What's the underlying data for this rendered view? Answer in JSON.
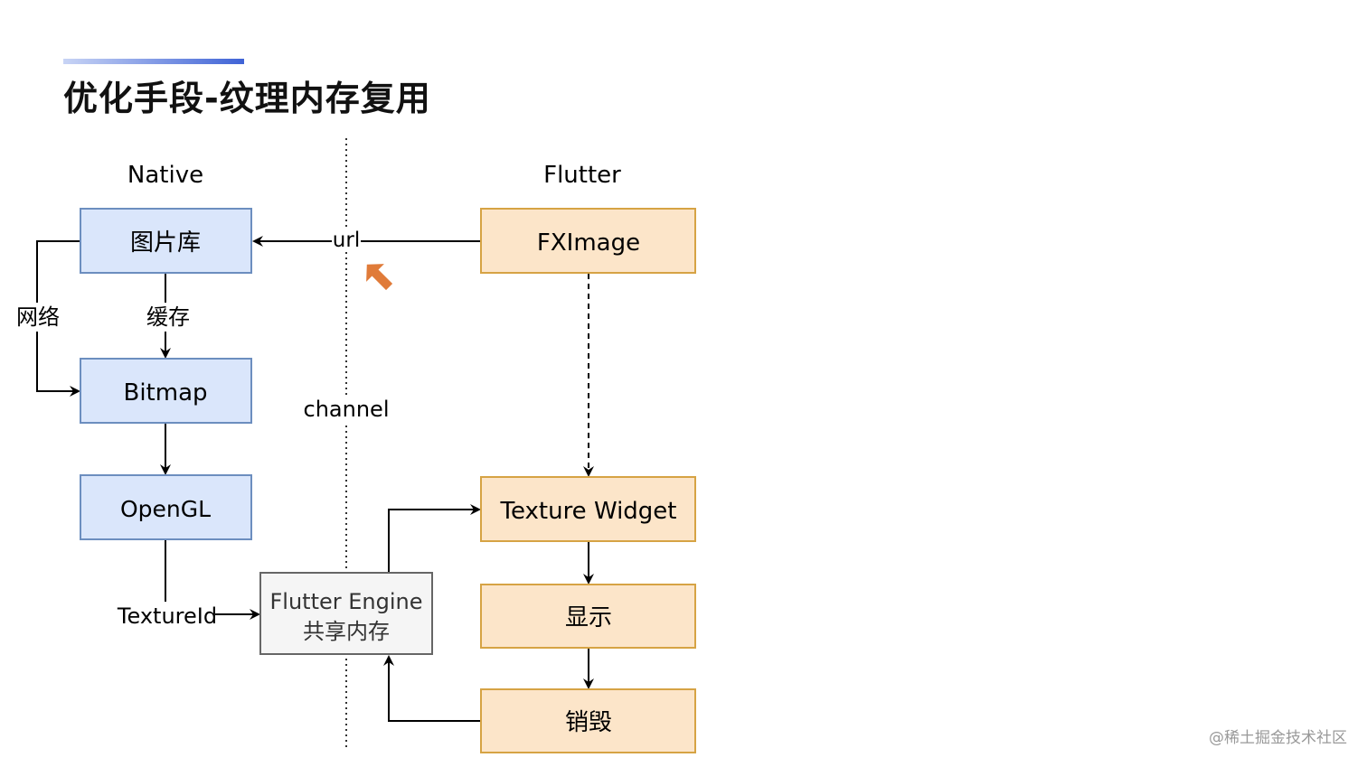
{
  "title": "优化手段-纹理内存复用",
  "columns": {
    "native": "Native",
    "flutter": "Flutter",
    "channel": "channel"
  },
  "nodes": {
    "image_lib": "图片库",
    "bitmap": "Bitmap",
    "opengl": "OpenGL",
    "engine_line1": "Flutter Engine",
    "engine_line2": "共享内存",
    "fximage": "FXImage",
    "texture_widget": "Texture Widget",
    "display": "显示",
    "destroy": "销毁"
  },
  "edge_labels": {
    "url": "url",
    "network": "网络",
    "cache": "缓存",
    "texture_id": "TextureId"
  },
  "colors": {
    "native_fill": "#dae6fb",
    "native_stroke": "#6c8ebf",
    "flutter_fill": "#fce5c9",
    "flutter_stroke": "#d6a344",
    "engine_fill": "#f5f5f5",
    "engine_stroke": "#666666",
    "highlight_arrow": "#e07b39"
  },
  "watermark": "@稀土掘金技术社区"
}
